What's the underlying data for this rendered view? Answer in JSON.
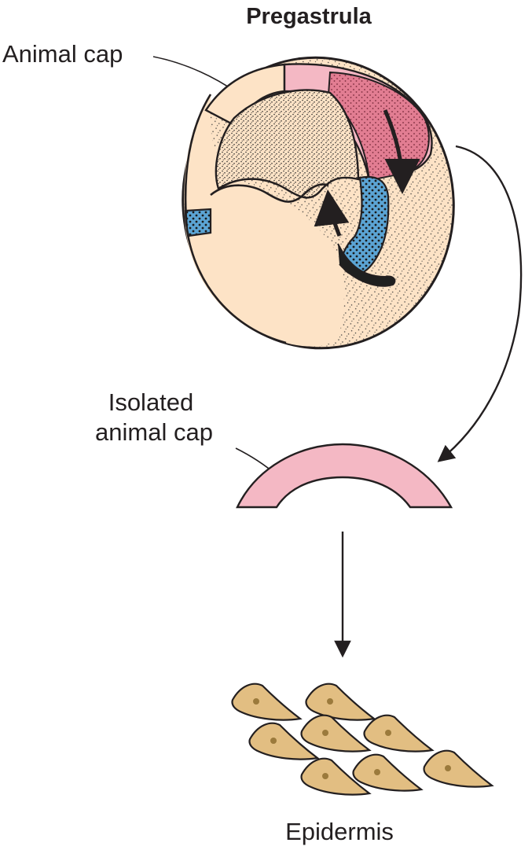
{
  "labels": {
    "title": "Pregastrula",
    "animal_cap": "Animal cap",
    "isolated_line1": "Isolated",
    "isolated_line2": "animal cap",
    "epidermis": "Epidermis"
  },
  "colors": {
    "background": "#ffffff",
    "outline": "#231f20",
    "embryo_fill": "#fde3c6",
    "pink_cap": "#f4b8c4",
    "pink_dark": "#e27d92",
    "blue_mesoderm": "#5ba4d4",
    "epidermal_cell": "#e2be82",
    "cell_nucleus": "#9b7a3c",
    "stipple": "#3a3a3a"
  },
  "icons": {
    "embryo": "pregastrula-embryo-cross-section",
    "cap": "isolated-animal-cap-arc",
    "cells": "epidermal-cell-cluster",
    "arrows": "process-arrow"
  }
}
